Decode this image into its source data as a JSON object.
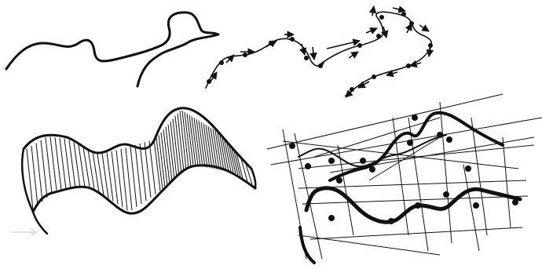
{
  "canvas": {
    "background": "#ffffff",
    "ink_color": "#111111",
    "faint_arrow_color": "#d8d8d8"
  },
  "panels": [
    {
      "id": "curve",
      "icon": "hand-drawn-curve-icon"
    },
    {
      "id": "curve-arrows",
      "icon": "hand-drawn-arrow-path-icon"
    },
    {
      "id": "ribbon-surface",
      "icon": "hatched-surface-icon"
    },
    {
      "id": "construction-grid",
      "icon": "perspective-grid-sketch-icon"
    }
  ]
}
